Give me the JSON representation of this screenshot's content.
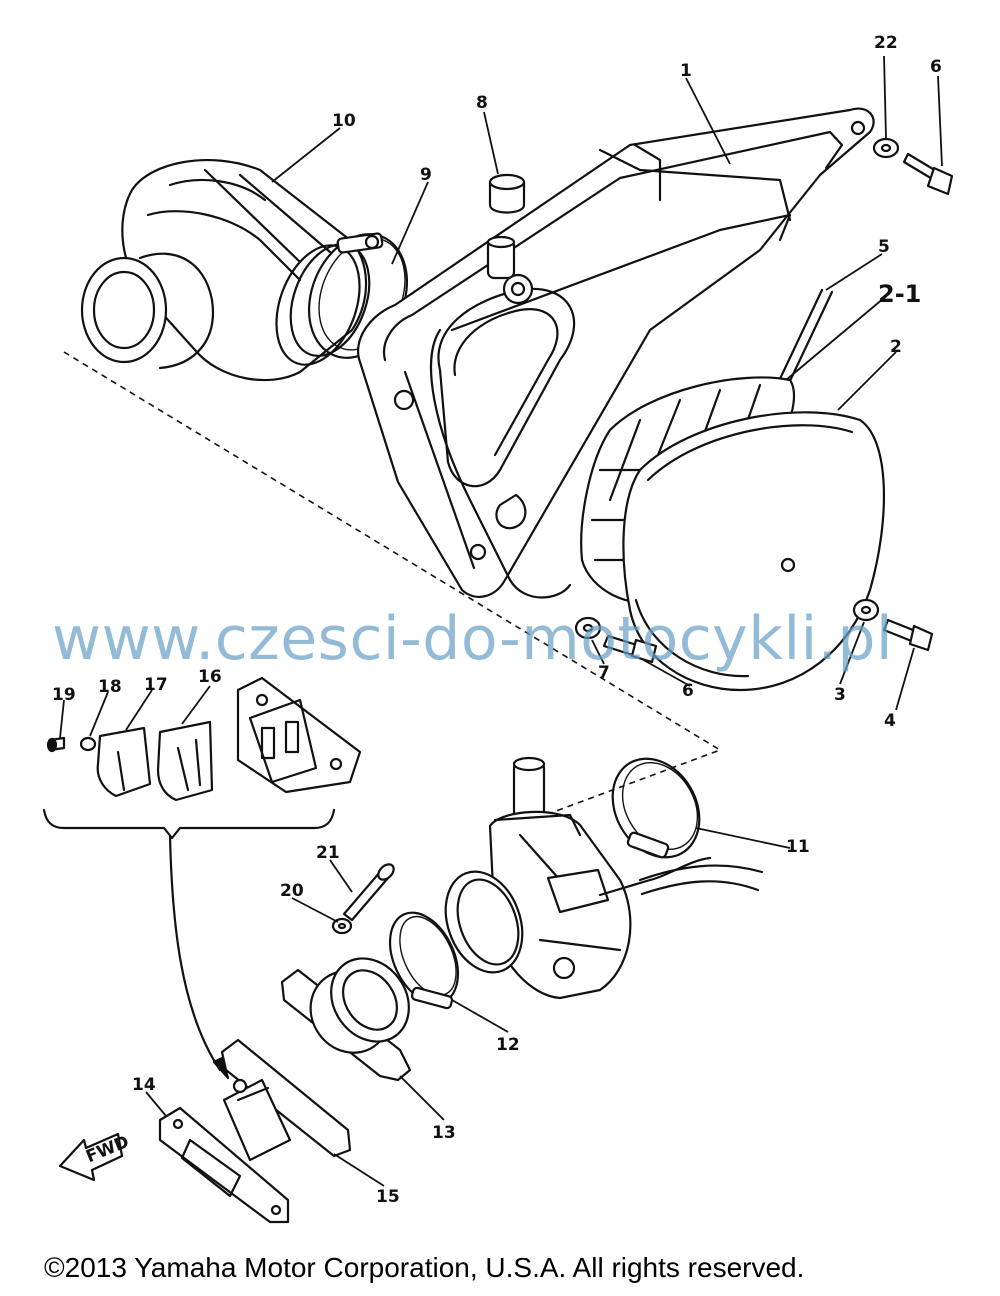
{
  "parts": [
    {
      "id": "p1",
      "label": "1"
    },
    {
      "id": "p2",
      "label": "2"
    },
    {
      "id": "p2-1",
      "label": "2-1"
    },
    {
      "id": "p3",
      "label": "3"
    },
    {
      "id": "p4",
      "label": "4"
    },
    {
      "id": "p5",
      "label": "5"
    },
    {
      "id": "p6a",
      "label": "6"
    },
    {
      "id": "p6b",
      "label": "6"
    },
    {
      "id": "p7",
      "label": "7"
    },
    {
      "id": "p8",
      "label": "8"
    },
    {
      "id": "p9",
      "label": "9"
    },
    {
      "id": "p10",
      "label": "10"
    },
    {
      "id": "p11",
      "label": "11"
    },
    {
      "id": "p12",
      "label": "12"
    },
    {
      "id": "p13",
      "label": "13"
    },
    {
      "id": "p14",
      "label": "14"
    },
    {
      "id": "p15",
      "label": "15"
    },
    {
      "id": "p16",
      "label": "16"
    },
    {
      "id": "p17",
      "label": "17"
    },
    {
      "id": "p18",
      "label": "18"
    },
    {
      "id": "p19",
      "label": "19"
    },
    {
      "id": "p20",
      "label": "20"
    },
    {
      "id": "p21",
      "label": "21"
    },
    {
      "id": "p22",
      "label": "22"
    }
  ],
  "fwd_label": "FWD",
  "watermark": "www.czesci-do-motocykli.pl",
  "copyright": "©2013 Yamaha Motor Corporation, U.S.A. All rights reserved."
}
